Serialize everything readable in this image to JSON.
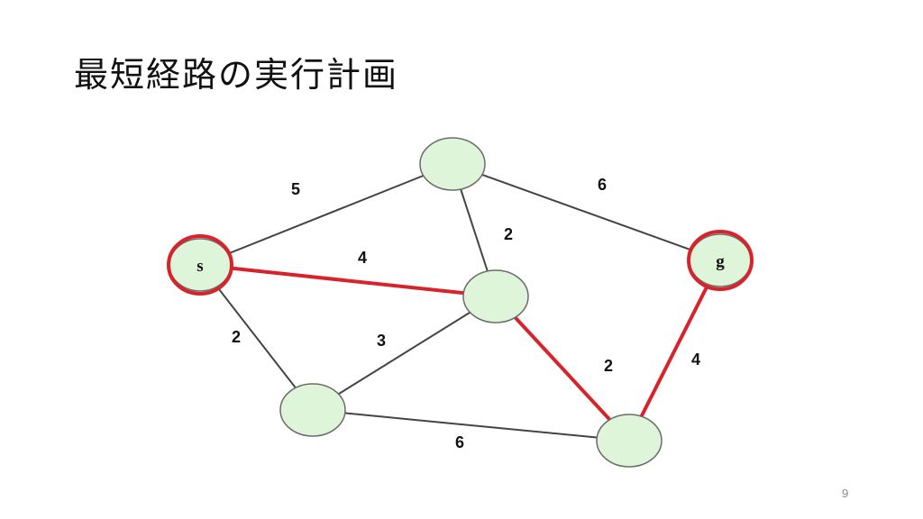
{
  "slide": {
    "title": "最短経路の実行計画",
    "page_number": "9"
  },
  "graph": {
    "colors": {
      "node_fill": "#dff5d9",
      "node_stroke": "#6b6b6b",
      "edge": "#444444",
      "highlight": "#d9232a"
    },
    "nodes": [
      {
        "id": "s",
        "label": "s",
        "highlight_ring": true
      },
      {
        "id": "top",
        "label": ""
      },
      {
        "id": "mid",
        "label": ""
      },
      {
        "id": "bl",
        "label": ""
      },
      {
        "id": "br",
        "label": ""
      },
      {
        "id": "g",
        "label": "g",
        "highlight_ring": true
      }
    ],
    "edges": [
      {
        "from": "s",
        "to": "top",
        "weight": "5",
        "on_path": false
      },
      {
        "from": "s",
        "to": "mid",
        "weight": "4",
        "on_path": true
      },
      {
        "from": "s",
        "to": "bl",
        "weight": "2",
        "on_path": false
      },
      {
        "from": "top",
        "to": "mid",
        "weight": "2",
        "on_path": false
      },
      {
        "from": "top",
        "to": "g",
        "weight": "6",
        "on_path": false
      },
      {
        "from": "mid",
        "to": "bl",
        "weight": "3",
        "on_path": false
      },
      {
        "from": "mid",
        "to": "br",
        "weight": "2",
        "on_path": true
      },
      {
        "from": "bl",
        "to": "br",
        "weight": "6",
        "on_path": false
      },
      {
        "from": "br",
        "to": "g",
        "weight": "4",
        "on_path": true
      }
    ]
  }
}
